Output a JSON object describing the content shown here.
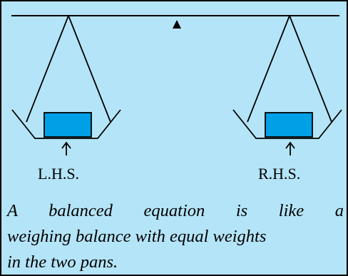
{
  "labels": {
    "left": "L.H.S.",
    "right": "R.H.S."
  },
  "caption": {
    "lines": [
      "A balanced equation is like a",
      "weighing balance with equal weights",
      "in the two pans."
    ]
  },
  "colors": {
    "background": "#b4e4f7",
    "weight_fill": "#00a0e6",
    "stroke": "#000000"
  },
  "icons": {
    "fulcrum": "triangle-up",
    "pointer": "arrow-up"
  }
}
